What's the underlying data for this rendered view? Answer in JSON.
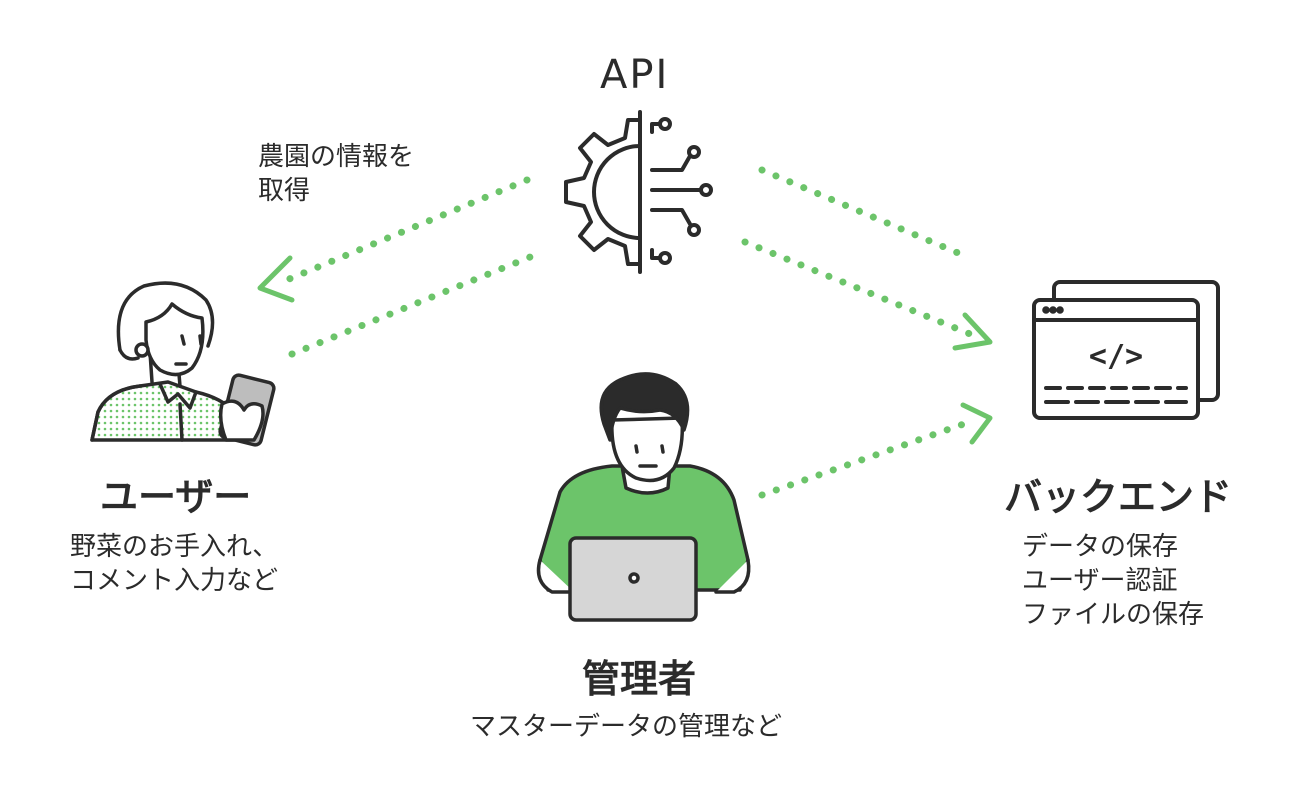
{
  "api": {
    "title": "API",
    "note_line1": "農園の情報を",
    "note_line2": "取得"
  },
  "user": {
    "title": "ユーザー",
    "desc_line1": "野菜のお手入れ、",
    "desc_line2": "コメント入力など"
  },
  "admin": {
    "title": "管理者",
    "desc": "マスターデータの管理など"
  },
  "backend": {
    "title": "バックエンド",
    "desc_line1": "データの保存",
    "desc_line2": "ユーザー認証",
    "desc_line3": "ファイルの保存",
    "code_symbol": "</>"
  },
  "colors": {
    "accent_green": "#6cc46a",
    "line": "#2b2b2b",
    "laptop_gray": "#d6d6d6"
  }
}
